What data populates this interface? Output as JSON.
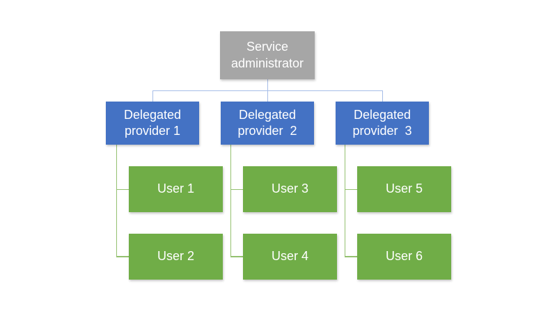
{
  "diagram": {
    "root": {
      "label": "Service\nadministrator"
    },
    "providers": [
      {
        "label": "Delegated\nprovider 1",
        "users": [
          {
            "label": "User 1"
          },
          {
            "label": "User 2"
          }
        ]
      },
      {
        "label": "Delegated\nprovider  2",
        "users": [
          {
            "label": "User 3"
          },
          {
            "label": "User 4"
          }
        ]
      },
      {
        "label": "Delegated\nprovider  3",
        "users": [
          {
            "label": "User 5"
          },
          {
            "label": "User 6"
          }
        ]
      }
    ]
  },
  "colors": {
    "background": "#ffffff",
    "admin_fill": "#a6a6a6",
    "provider_fill": "#4472c4",
    "user_fill": "#70ad47",
    "connector_blue": "#a6bde8",
    "connector_green": "#94c170",
    "node_text": "#ffffff"
  }
}
